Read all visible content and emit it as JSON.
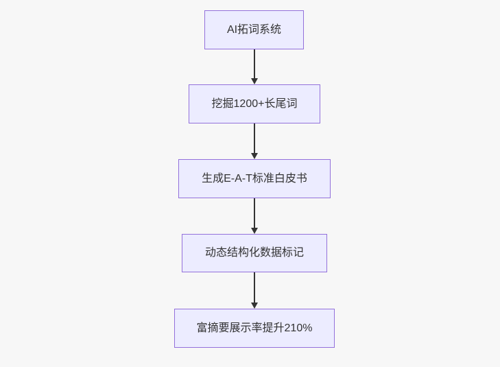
{
  "diagram": {
    "type": "flowchart",
    "direction": "top-down",
    "nodes": [
      {
        "id": "node-1",
        "label": "AI拓词系统"
      },
      {
        "id": "node-2",
        "label": "挖掘1200+长尾词"
      },
      {
        "id": "node-3",
        "label": "生成E-A-T标准白皮书"
      },
      {
        "id": "node-4",
        "label": "动态结构化数据标记"
      },
      {
        "id": "node-5",
        "label": "富摘要展示率提升210%"
      }
    ],
    "edges": [
      {
        "from": "node-1",
        "to": "node-2",
        "style": "arrow-down"
      },
      {
        "from": "node-2",
        "to": "node-3",
        "style": "arrow-down"
      },
      {
        "from": "node-3",
        "to": "node-4",
        "style": "arrow-down"
      },
      {
        "from": "node-4",
        "to": "node-5",
        "style": "arrow-down"
      }
    ],
    "colors": {
      "node_fill": "#ECECFF",
      "node_border": "#9370DB",
      "node_text": "#333333",
      "arrow": "#333333",
      "background": "#f7f7f7"
    }
  }
}
